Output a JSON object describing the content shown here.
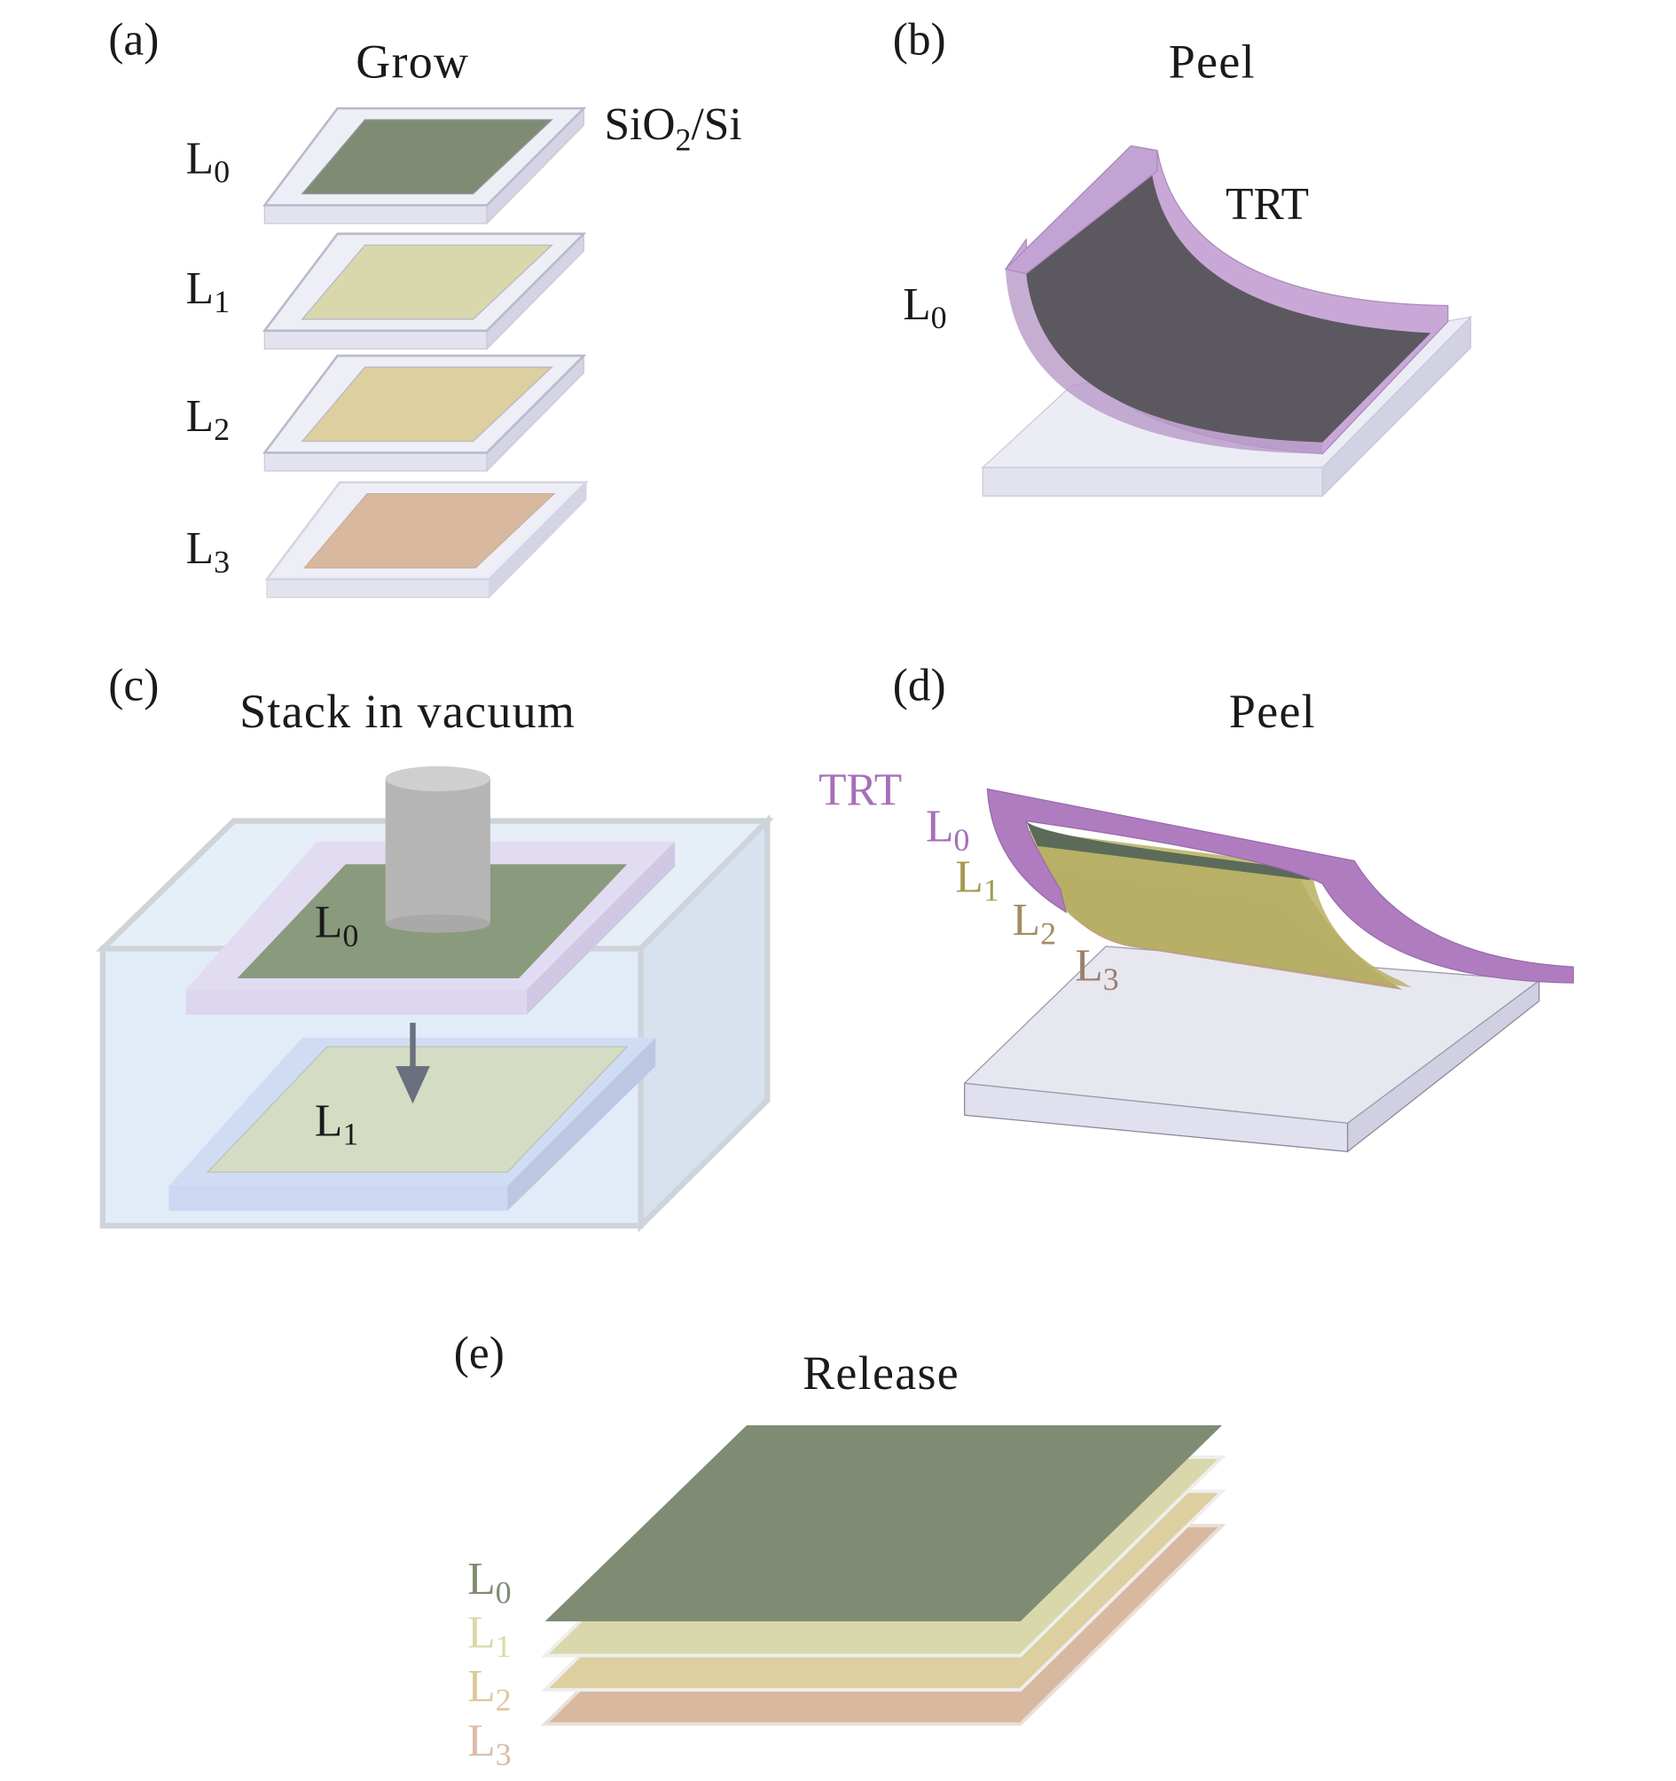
{
  "panels": {
    "a": {
      "tag": "(a)",
      "title": "Grow",
      "substrate": "SiO",
      "substrate_sub": "2",
      "substrate_rest": "/Si",
      "layers": [
        {
          "base": "L",
          "sub": "0"
        },
        {
          "base": "L",
          "sub": "1"
        },
        {
          "base": "L",
          "sub": "2"
        },
        {
          "base": "L",
          "sub": "3"
        }
      ]
    },
    "b": {
      "tag": "(b)",
      "title": "Peel",
      "tape": "TRT",
      "layer": {
        "base": "L",
        "sub": "0"
      }
    },
    "c": {
      "tag": "(c)",
      "title": "Stack in vacuum",
      "top_layer": {
        "base": "L",
        "sub": "0"
      },
      "bottom_layer": {
        "base": "L",
        "sub": "1"
      }
    },
    "d": {
      "tag": "(d)",
      "title": "Peel",
      "tape": "TRT",
      "layers": [
        {
          "base": "L",
          "sub": "0"
        },
        {
          "base": "L",
          "sub": "1"
        },
        {
          "base": "L",
          "sub": "2"
        },
        {
          "base": "L",
          "sub": "3"
        }
      ]
    },
    "e": {
      "tag": "(e)",
      "title": "Release",
      "layers": [
        {
          "base": "L",
          "sub": "0"
        },
        {
          "base": "L",
          "sub": "1"
        },
        {
          "base": "L",
          "sub": "2"
        },
        {
          "base": "L",
          "sub": "3"
        }
      ]
    }
  },
  "colors": {
    "L0": "#7f8c73",
    "L1": "#d9d8ac",
    "L2": "#ddcf9f",
    "L3": "#d9b8a0",
    "substrate": "#e4e4f0",
    "trt": "#b07cc0",
    "trt_label": "#a66fb8"
  }
}
